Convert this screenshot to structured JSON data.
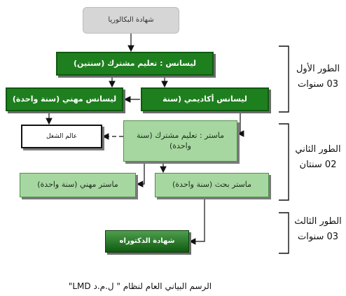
{
  "nodes": {
    "baccalaureate": "شهادة البكالوريا",
    "licence_common": "ليسانس : تعليم مشترك (سنتين)",
    "licence_professional": "ليسانس مهني (سنة واحدة)",
    "licence_academic": "ليسانس أكاديمي (سنة",
    "world_of_work": "عالم الشغل",
    "master_common": "ماستر : تعليم مشترك (سنة واحدة)",
    "master_professional": "ماستر مهني (سنة واحدة)",
    "master_research": "ماستر بحث (سنة واحدة)",
    "doctorate": "شهادة الدكتوراه"
  },
  "stages": [
    {
      "name": "الطور الأول",
      "duration": "03 سنوات"
    },
    {
      "name": "الطور الثاني",
      "duration": "02 سنتان"
    },
    {
      "name": "الطور الثالث",
      "duration": "03 سنوات"
    }
  ],
  "caption": "الرسم البياني العام لنظام \" ل.م.د LMD\""
}
